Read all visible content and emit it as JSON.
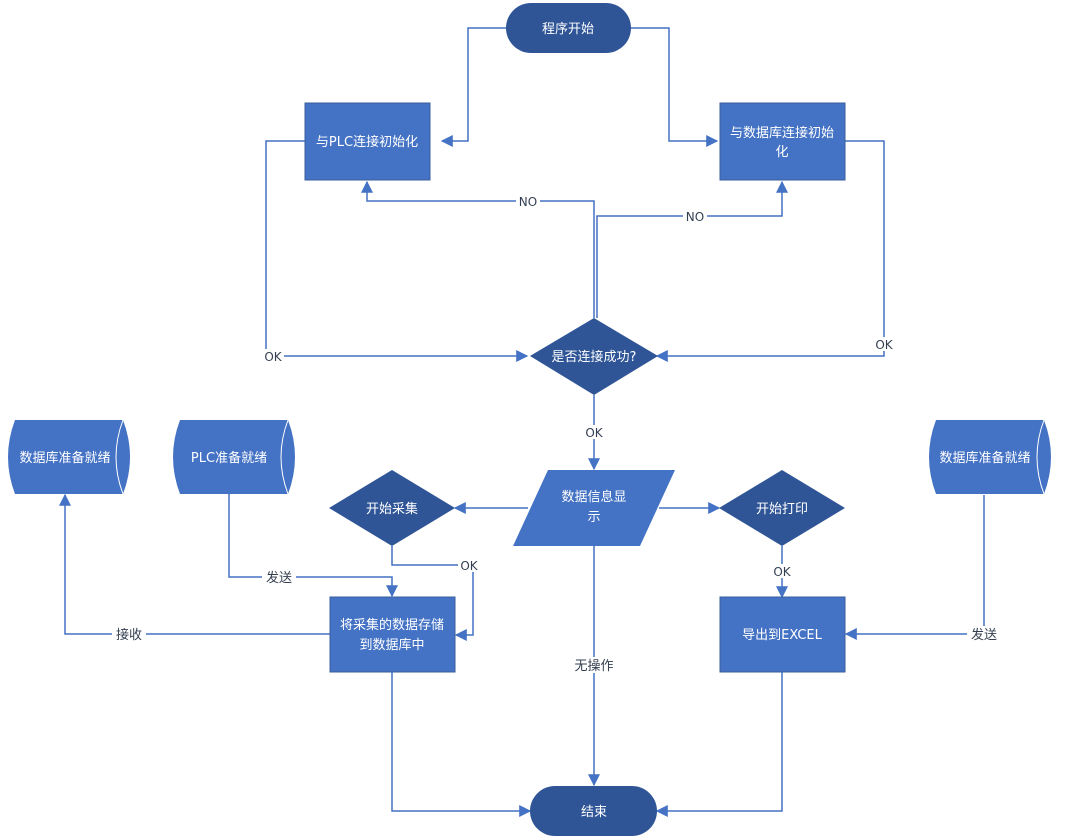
{
  "nodes": {
    "start": "程序开始",
    "plc_init": "与PLC连接初始化",
    "db_init_line1": "与数据库连接初始",
    "db_init_line2": "化",
    "connect_check": "是否连接成功?",
    "data_display_line1": "数据信息显",
    "data_display_line2": "示",
    "start_collect": "开始采集",
    "start_print": "开始打印",
    "store_line1": "将采集的数据存储",
    "store_line2": "到数据库中",
    "export_excel": "导出到EXCEL",
    "end": "结束",
    "db_ready_left": "数据库准备就绪",
    "plc_ready": "PLC准备就绪",
    "db_ready_right": "数据库准备就绪"
  },
  "edge_labels": {
    "no_left": "NO",
    "no_right": "NO",
    "ok_left": "OK",
    "ok_right": "OK",
    "ok_down": "OK",
    "ok_collect": "OK",
    "ok_print": "OK",
    "send_left": "发送",
    "send_right": "发送",
    "receive": "接收",
    "no_operation": "无操作"
  },
  "colors": {
    "node_fill": "#4472c4",
    "node_fill_dark": "#2f5597",
    "node_stroke": "#3a5e9c",
    "edge": "#4472c4",
    "text": "#ffffff"
  }
}
